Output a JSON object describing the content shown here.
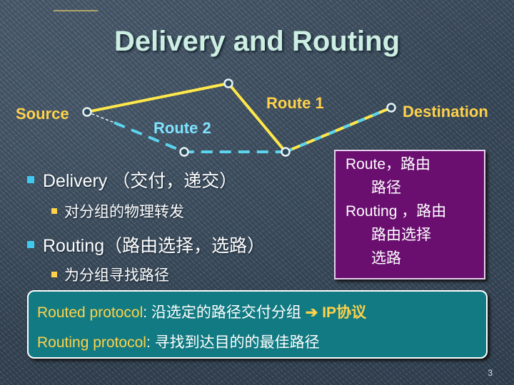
{
  "slide": {
    "title": "Delivery and Routing",
    "page_number": "3"
  },
  "diagram": {
    "source_label": "Source",
    "destination_label": "Destination",
    "route1_label": "Route 1",
    "route2_label": "Route 2",
    "colors": {
      "route1": "#ffe84a",
      "route2": "#5cd4ee",
      "node": "#e8f4f6"
    }
  },
  "bullets": [
    {
      "text": "Delivery （交付，递交）",
      "sub": "对分组的物理转发"
    },
    {
      "text": "Routing（路由选择，选路）",
      "sub": "为分组寻找路径"
    }
  ],
  "definitions_box": {
    "line1": "Route，路由",
    "line2": "路径",
    "line3": "Routing ，路由",
    "line4": "路由选择",
    "line5": "选路",
    "background": "#6a0f70"
  },
  "protocol_box": {
    "routed_term": "Routed protocol",
    "routed_desc": ": 沿选定的路径交付分组",
    "routed_arrow": "➔",
    "routed_result": " IP协议",
    "routing_term": "Routing protocol",
    "routing_desc": ": 寻找到达目的的最佳路径",
    "background": "#127a82"
  }
}
